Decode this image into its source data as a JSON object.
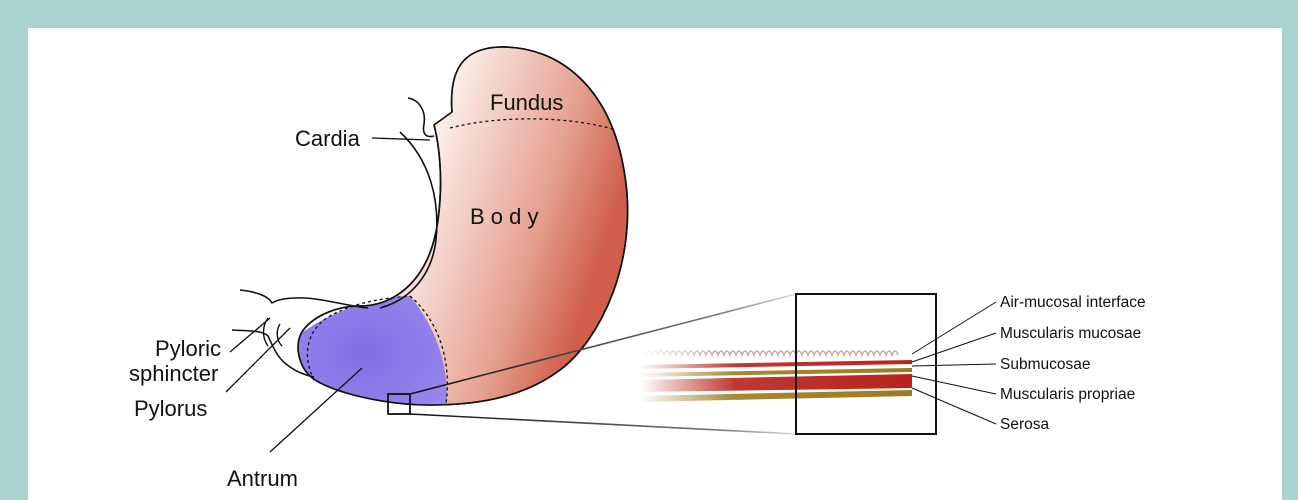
{
  "diagram": {
    "labels": {
      "fundus": "Fundus",
      "cardia": "Cardia",
      "body": "B o d y",
      "pyloric_line1": "Pyloric",
      "pyloric_line2": "sphincter",
      "pylorus": "Pylorus",
      "antrum": "Antrum"
    },
    "layers": {
      "air_mucosal": "Air-mucosal interface",
      "muscularis_mucosae": "Muscularis mucosae",
      "submucosae": "Submucosae",
      "muscularis_propriae": "Muscularis propriae",
      "serosa": "Serosa"
    },
    "colors": {
      "border": "#a8d3ce",
      "antrum_fill": "#8a76e6",
      "stomach_red": "#d46a57",
      "layer_red": "#b8231c",
      "layer_gold": "#9c7a1e"
    }
  }
}
